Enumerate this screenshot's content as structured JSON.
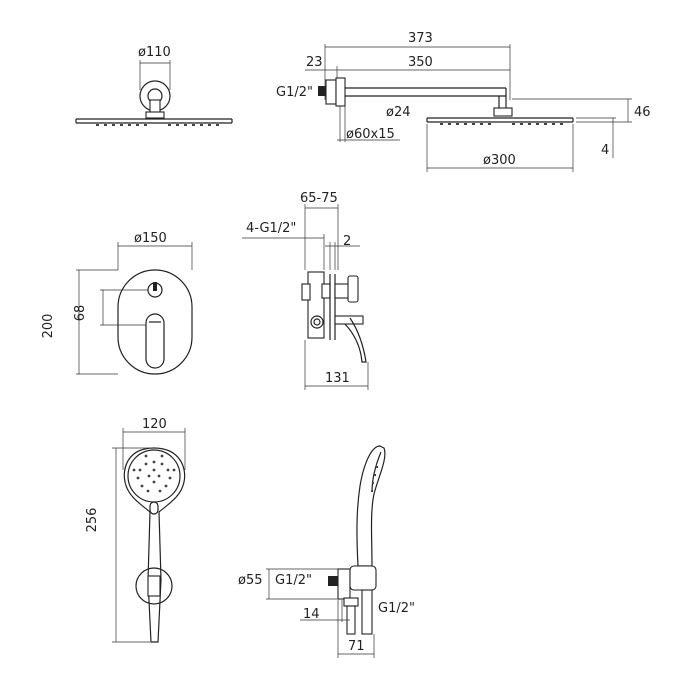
{
  "dimensions": {
    "head_top_diameter": "ø110",
    "arm_total_length": "373",
    "arm_offset": "23",
    "arm_length": "350",
    "arm_thread": "G1/2\"",
    "arm_tube_diameter": "ø24",
    "wall_flange": "ø60x15",
    "head_diameter": "ø300",
    "head_height": "46",
    "head_thickness": "4",
    "valve_depth_range": "65-75",
    "valve_inlets": "4-G1/2\"",
    "valve_trim_gap": "2",
    "plate_diameter": "ø150",
    "plate_height": "200",
    "knob_offset": "68",
    "valve_total_depth": "131",
    "hand_width": "120",
    "hand_length": "256",
    "elbow_diameter": "ø55",
    "elbow_thread_upper": "G1/2\"",
    "elbow_thread_lower": "G1/2\"",
    "elbow_offset": "14",
    "elbow_depth": "71"
  }
}
